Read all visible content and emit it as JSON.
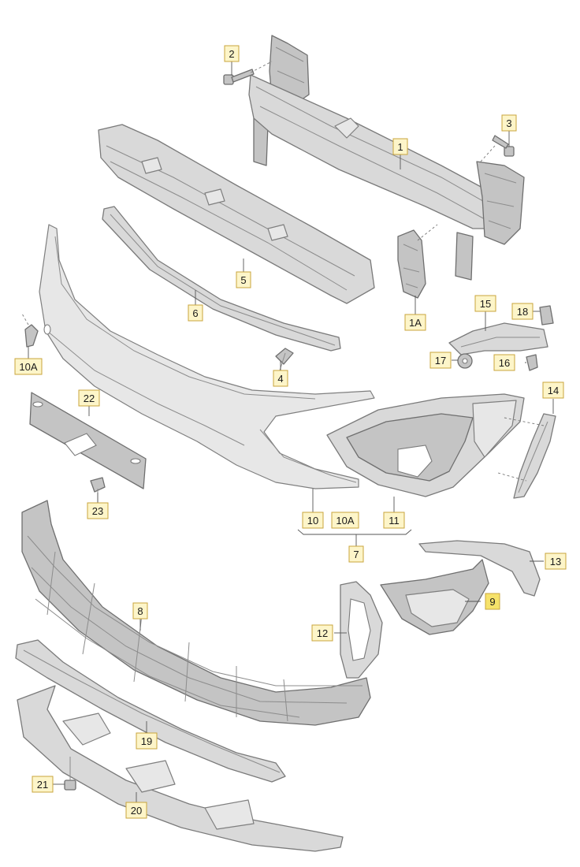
{
  "diagram": {
    "callout_fill": "#fdf5c9",
    "callout_fill_active": "#f6e26a",
    "labels": [
      {
        "id": "1",
        "text": "1"
      },
      {
        "id": "1A",
        "text": "1A"
      },
      {
        "id": "2",
        "text": "2"
      },
      {
        "id": "3",
        "text": "3"
      },
      {
        "id": "4",
        "text": "4"
      },
      {
        "id": "5",
        "text": "5"
      },
      {
        "id": "6",
        "text": "6"
      },
      {
        "id": "7",
        "text": "7"
      },
      {
        "id": "8",
        "text": "8"
      },
      {
        "id": "9",
        "text": "9",
        "active": true
      },
      {
        "id": "10",
        "text": "10"
      },
      {
        "id": "10A_left",
        "text": "10A"
      },
      {
        "id": "10A_bottom",
        "text": "10A"
      },
      {
        "id": "11",
        "text": "11"
      },
      {
        "id": "12",
        "text": "12"
      },
      {
        "id": "13",
        "text": "13"
      },
      {
        "id": "14",
        "text": "14"
      },
      {
        "id": "15",
        "text": "15"
      },
      {
        "id": "16",
        "text": "16"
      },
      {
        "id": "17",
        "text": "17"
      },
      {
        "id": "18",
        "text": "18"
      },
      {
        "id": "19",
        "text": "19"
      },
      {
        "id": "20",
        "text": "20"
      },
      {
        "id": "21",
        "text": "21"
      },
      {
        "id": "22",
        "text": "22"
      },
      {
        "id": "23",
        "text": "23"
      }
    ]
  }
}
